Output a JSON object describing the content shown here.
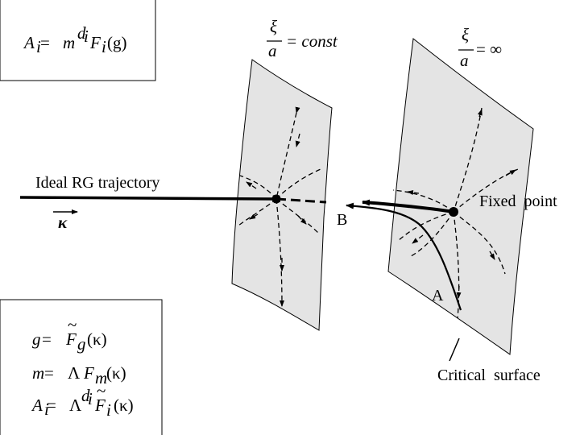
{
  "labels": {
    "ideal_rg_trajectory": "Ideal RG trajectory",
    "fixed_point": "Fixed  point",
    "point_b": "B",
    "point_a": "A",
    "critical_surface": "Critical  surface"
  },
  "formulas": {
    "top_box": {
      "lhs": "A",
      "lhs_sub": "i",
      "eq": " = ",
      "m": "m",
      "m_sup": "d",
      "m_sup_sub": "i",
      "F": "F",
      "F_sub": "i",
      "arg": "(g)"
    },
    "surface_left": {
      "num": "ξ",
      "den": "a",
      "rhs": "= const"
    },
    "surface_right": {
      "num": "ξ",
      "den": "a",
      "rhs": "= ∞"
    },
    "kappa_arrow": {
      "symbol": "κ"
    },
    "bottom_box": {
      "line1": {
        "lhs": "g",
        "eq": " = ",
        "F": "F",
        "tilde": "~",
        "F_sub": "g",
        "arg": "(κ)"
      },
      "line2": {
        "lhs": "m",
        "eq": " = ",
        "Lambda": "Λ",
        "F": "F",
        "F_sub": "m",
        "arg": "(κ)"
      },
      "line3": {
        "lhs": "A",
        "lhs_sub": "i",
        "eq": " = ",
        "Lambda": "Λ",
        "Lambda_sup": "d",
        "Lambda_sup_sub": "i",
        "F": "F",
        "tilde": "~",
        "F_sub": "i",
        "arg": "(κ)"
      }
    }
  },
  "colors": {
    "surface_fill": "#e4e4e4",
    "ink": "#000000"
  }
}
